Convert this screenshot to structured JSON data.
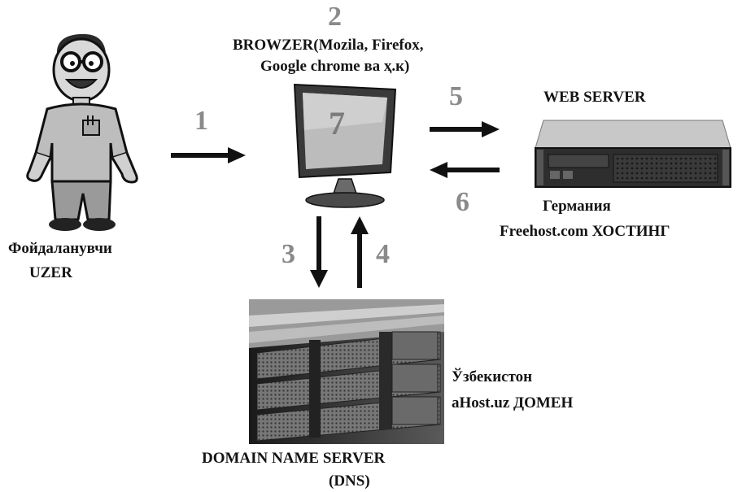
{
  "user": {
    "icon": "cartoon-user-icon",
    "label_line1": "Фойдаланувчи",
    "label_line2": "UZER"
  },
  "browser": {
    "icon": "monitor-icon",
    "number": "2",
    "label_line1": "BROWZER(Mozila, Firefox,",
    "label_line2": "Google chrome ва ҳ.к)",
    "screen_number": "7"
  },
  "web_server": {
    "icon": "rack-server-icon",
    "label": "WEB  SERVER",
    "location_line1": "Германия",
    "location_line2": "Freehost.com  ХОСТИНГ"
  },
  "dns": {
    "icon": "server-rack-photo-icon",
    "label_line1": "DOMAIN NAME SERVER",
    "label_line2": "(DNS)",
    "location_line1": "Ўзбекистон",
    "location_line2": "aHost.uz  ДОМЕН"
  },
  "steps": [
    "1",
    "3",
    "4",
    "5",
    "6"
  ]
}
